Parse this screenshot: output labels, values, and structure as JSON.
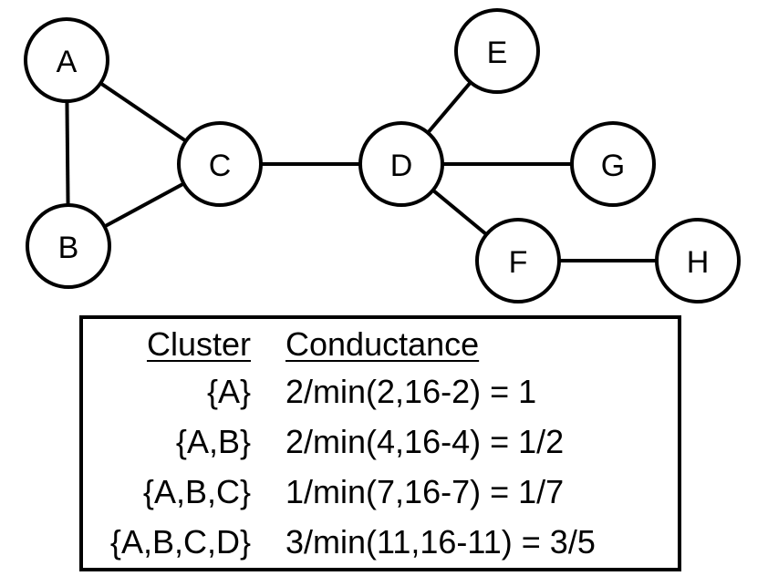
{
  "graph": {
    "nodes": [
      {
        "id": "A",
        "label": "A"
      },
      {
        "id": "B",
        "label": "B"
      },
      {
        "id": "C",
        "label": "C"
      },
      {
        "id": "D",
        "label": "D"
      },
      {
        "id": "E",
        "label": "E"
      },
      {
        "id": "F",
        "label": "F"
      },
      {
        "id": "G",
        "label": "G"
      },
      {
        "id": "H",
        "label": "H"
      }
    ],
    "edges": [
      [
        "A",
        "B"
      ],
      [
        "A",
        "C"
      ],
      [
        "B",
        "C"
      ],
      [
        "C",
        "D"
      ],
      [
        "D",
        "E"
      ],
      [
        "D",
        "G"
      ],
      [
        "D",
        "F"
      ],
      [
        "F",
        "H"
      ]
    ]
  },
  "table": {
    "header": {
      "cluster": "Cluster",
      "conductance": "Conductance"
    },
    "rows": [
      {
        "cluster": "{A}",
        "conductance": "2/min(2,16-2) = 1"
      },
      {
        "cluster": "{A,B}",
        "conductance": "2/min(4,16-4) = 1/2"
      },
      {
        "cluster": "{A,B,C}",
        "conductance": "1/min(7,16-7) = 1/7"
      },
      {
        "cluster": "{A,B,C,D}",
        "conductance": "3/min(11,16-11) = 3/5"
      }
    ]
  }
}
